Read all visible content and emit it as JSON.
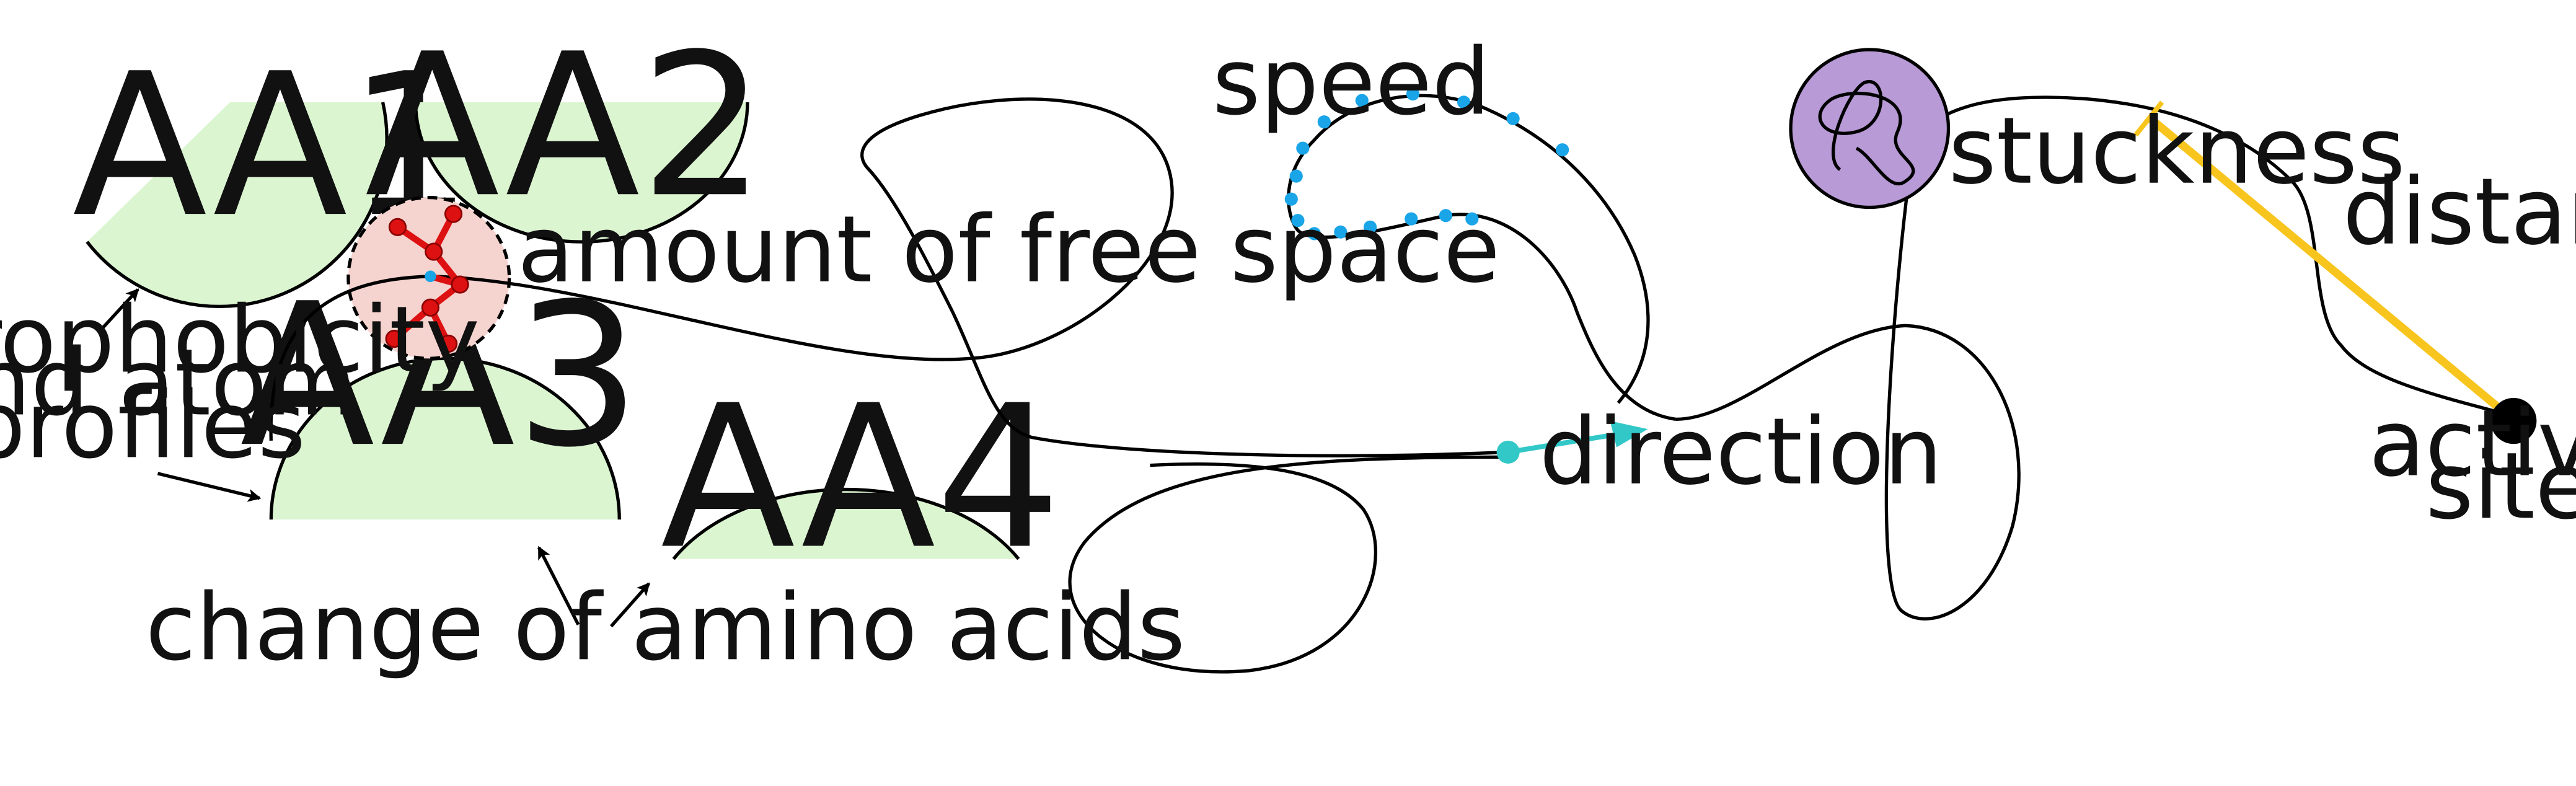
{
  "amino_acids": {
    "aa1": "AA1",
    "aa2": "AA2",
    "aa3": "AA3",
    "aa4": "AA4"
  },
  "annotations": {
    "hydrophobicity": [
      "hydrophobicity",
      "and atom",
      "profiles"
    ],
    "free_space": "amount of free space",
    "change_aa": "change of amino acids",
    "speed": "speed",
    "direction": "direction",
    "stuckness": "stuckness",
    "distance": "distance",
    "active_site": [
      "active",
      "site"
    ]
  },
  "colors": {
    "residue_fill": "#dcf5d1",
    "free_space_fill": "#f5d3cf",
    "ligand": "#dd1111",
    "speed_points": "#1aa5e8",
    "direction": "#33c8c8",
    "stuck_fill": "#b89ad6",
    "distance_line": "#f7c51e",
    "active_site": "#000000"
  }
}
